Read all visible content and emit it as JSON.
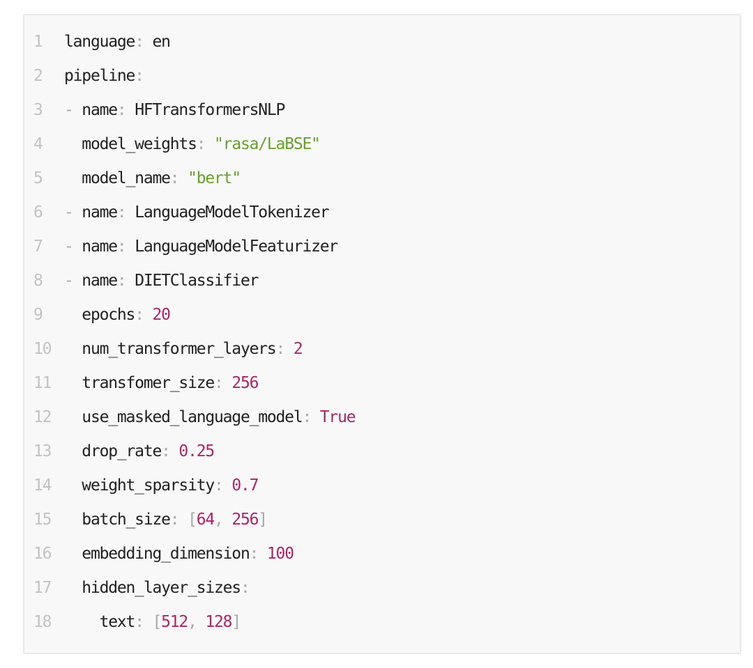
{
  "colors": {
    "page_bg": "#ffffff",
    "block_bg": "#f8f8f8",
    "block_border": "#e8e8e8",
    "key": "#212121",
    "plain": "#212121",
    "punct": "#a8a8a8",
    "string": "#69a02e",
    "number": "#a62667",
    "line_number": "#c2c2c2"
  },
  "code_block": {
    "syntax": "yaml",
    "line_count": 18,
    "lines": [
      {
        "num": "1",
        "tokens": [
          [
            "key",
            "language"
          ],
          [
            "punct",
            ":"
          ],
          [
            "plain",
            " en"
          ]
        ]
      },
      {
        "num": "2",
        "tokens": [
          [
            "key",
            "pipeline"
          ],
          [
            "punct",
            ":"
          ]
        ]
      },
      {
        "num": "3",
        "tokens": [
          [
            "punct",
            "- "
          ],
          [
            "key",
            "name"
          ],
          [
            "punct",
            ":"
          ],
          [
            "plain",
            " HFTransformersNLP"
          ]
        ]
      },
      {
        "num": "4",
        "tokens": [
          [
            "plain",
            "  "
          ],
          [
            "key",
            "model_weights"
          ],
          [
            "punct",
            ":"
          ],
          [
            "string",
            " \"rasa/LaBSE\""
          ]
        ]
      },
      {
        "num": "5",
        "tokens": [
          [
            "plain",
            "  "
          ],
          [
            "key",
            "model_name"
          ],
          [
            "punct",
            ":"
          ],
          [
            "string",
            " \"bert\""
          ]
        ]
      },
      {
        "num": "6",
        "tokens": [
          [
            "punct",
            "- "
          ],
          [
            "key",
            "name"
          ],
          [
            "punct",
            ":"
          ],
          [
            "plain",
            " LanguageModelTokenizer"
          ]
        ]
      },
      {
        "num": "7",
        "tokens": [
          [
            "punct",
            "- "
          ],
          [
            "key",
            "name"
          ],
          [
            "punct",
            ":"
          ],
          [
            "plain",
            " LanguageModelFeaturizer"
          ]
        ]
      },
      {
        "num": "8",
        "tokens": [
          [
            "punct",
            "- "
          ],
          [
            "key",
            "name"
          ],
          [
            "punct",
            ":"
          ],
          [
            "plain",
            " DIETClassifier"
          ]
        ]
      },
      {
        "num": "9",
        "tokens": [
          [
            "plain",
            "  "
          ],
          [
            "key",
            "epochs"
          ],
          [
            "punct",
            ":"
          ],
          [
            "number",
            " 20"
          ]
        ]
      },
      {
        "num": "10",
        "tokens": [
          [
            "plain",
            "  "
          ],
          [
            "key",
            "num_transformer_layers"
          ],
          [
            "punct",
            ":"
          ],
          [
            "number",
            " 2"
          ]
        ]
      },
      {
        "num": "11",
        "tokens": [
          [
            "plain",
            "  "
          ],
          [
            "key",
            "transfomer_size"
          ],
          [
            "punct",
            ":"
          ],
          [
            "number",
            " 256"
          ]
        ]
      },
      {
        "num": "12",
        "tokens": [
          [
            "plain",
            "  "
          ],
          [
            "key",
            "use_masked_language_model"
          ],
          [
            "punct",
            ":"
          ],
          [
            "bool",
            " True"
          ]
        ]
      },
      {
        "num": "13",
        "tokens": [
          [
            "plain",
            "  "
          ],
          [
            "key",
            "drop_rate"
          ],
          [
            "punct",
            ":"
          ],
          [
            "number",
            " 0.25"
          ]
        ]
      },
      {
        "num": "14",
        "tokens": [
          [
            "plain",
            "  "
          ],
          [
            "key",
            "weight_sparsity"
          ],
          [
            "punct",
            ":"
          ],
          [
            "number",
            " 0.7"
          ]
        ]
      },
      {
        "num": "15",
        "tokens": [
          [
            "plain",
            "  "
          ],
          [
            "key",
            "batch_size"
          ],
          [
            "punct",
            ":"
          ],
          [
            "punct",
            " ["
          ],
          [
            "number",
            "64"
          ],
          [
            "punct",
            ", "
          ],
          [
            "number",
            "256"
          ],
          [
            "punct",
            "]"
          ]
        ]
      },
      {
        "num": "16",
        "tokens": [
          [
            "plain",
            "  "
          ],
          [
            "key",
            "embedding_dimension"
          ],
          [
            "punct",
            ":"
          ],
          [
            "number",
            " 100"
          ]
        ]
      },
      {
        "num": "17",
        "tokens": [
          [
            "plain",
            "  "
          ],
          [
            "key",
            "hidden_layer_sizes"
          ],
          [
            "punct",
            ":"
          ]
        ]
      },
      {
        "num": "18",
        "tokens": [
          [
            "plain",
            "    "
          ],
          [
            "key",
            "text"
          ],
          [
            "punct",
            ":"
          ],
          [
            "punct",
            " ["
          ],
          [
            "number",
            "512"
          ],
          [
            "punct",
            ", "
          ],
          [
            "number",
            "128"
          ],
          [
            "punct",
            "]"
          ]
        ]
      }
    ]
  }
}
